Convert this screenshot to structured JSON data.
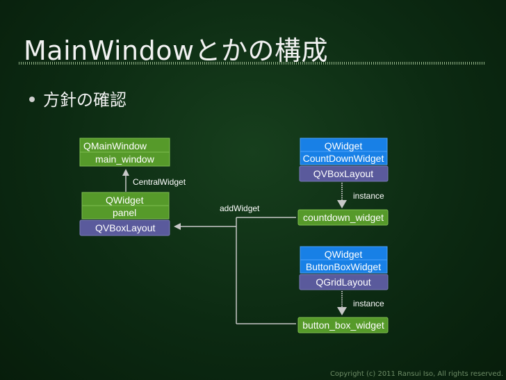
{
  "slide": {
    "title": "MainWindowとかの構成",
    "bullet": "方針の確認",
    "footer": "Copyright (c) 2011 Ransui Iso, All rights reserved."
  },
  "diagram": {
    "main_window": {
      "class": "QMainWindow",
      "name": "main_window"
    },
    "central_label": "CentralWidget",
    "panel": {
      "class": "QWidget",
      "name": "panel",
      "layout": "QVBoxLayout"
    },
    "add_widget_label": "addWidget",
    "countdown": {
      "base": "QWidget",
      "class": "CountDownWidget",
      "layout": "QVBoxLayout",
      "instance_label": "instance",
      "instance": "countdown_widget"
    },
    "buttonbox": {
      "base": "QWidget",
      "class": "ButtonBoxWidget",
      "layout": "QGridLayout",
      "instance_label": "instance",
      "instance": "button_box_widget"
    }
  },
  "colors": {
    "green": "#569a2a",
    "blue": "#1880e6",
    "purple": "#5a5a9c",
    "arrow": "#c8c8c8"
  }
}
